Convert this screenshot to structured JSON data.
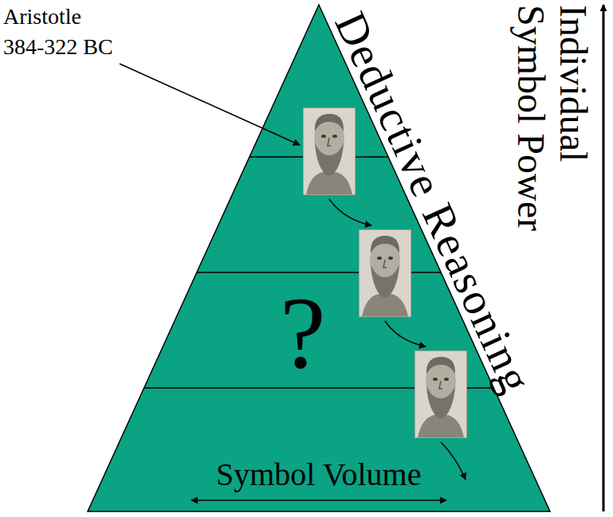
{
  "diagram": {
    "labels": [
      "Aristotle",
      "384-322 BC",
      "Deductive Reasoning",
      "?",
      "Symbol Volume",
      "Individual Symbol Power"
    ]
  }
}
